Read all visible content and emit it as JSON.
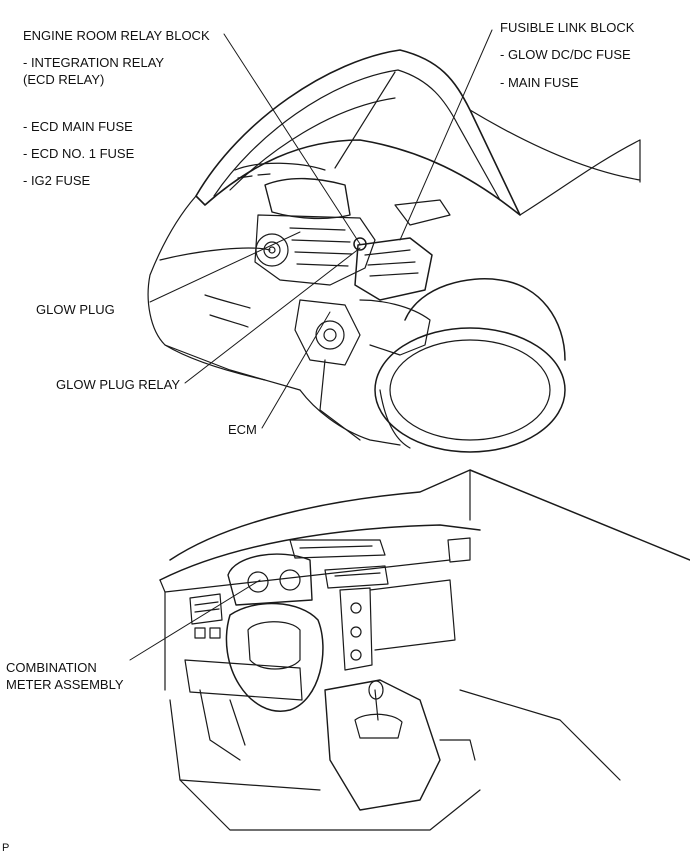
{
  "labels": {
    "engine_room_relay_block": "ENGINE ROOM RELAY BLOCK",
    "integration_relay_line1": "- INTEGRATION RELAY",
    "integration_relay_line2": "(ECD RELAY)",
    "ecd_main_fuse": "- ECD MAIN FUSE",
    "ecd_no1_fuse": "- ECD NO. 1 FUSE",
    "ig2_fuse": "- IG2 FUSE",
    "fusible_link_block": "FUSIBLE LINK BLOCK",
    "glow_dcdc_fuse": "- GLOW DC/DC FUSE",
    "main_fuse": "- MAIN FUSE",
    "glow_plug": "GLOW PLUG",
    "glow_plug_relay": "GLOW PLUG RELAY",
    "ecm": "ECM",
    "combination_meter_line1": "COMBINATION",
    "combination_meter_line2": "METER ASSEMBLY",
    "corner_mark": "P"
  },
  "colors": {
    "line": "#1a1a1a",
    "text": "#111111",
    "background": "#ffffff"
  }
}
